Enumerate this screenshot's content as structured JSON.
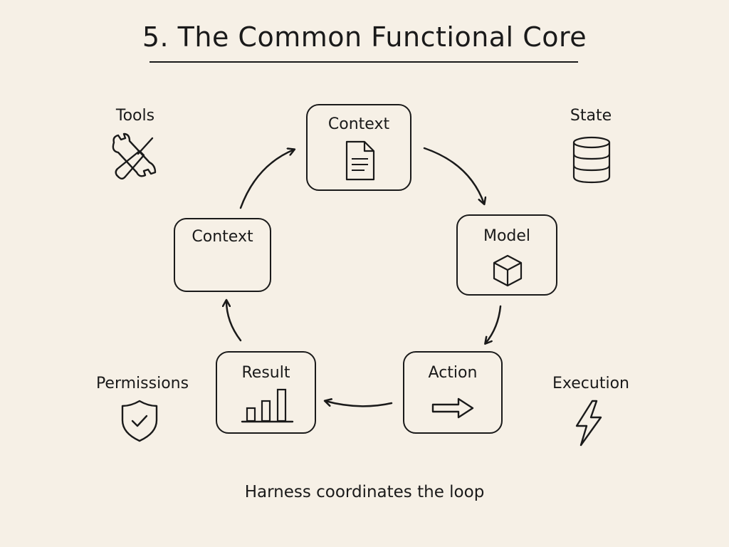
{
  "title": "5. The Common Functional Core",
  "nodes": {
    "context_top": {
      "label": "Context",
      "icon": "document-icon"
    },
    "model": {
      "label": "Model",
      "icon": "cube-icon"
    },
    "action": {
      "label": "Action",
      "icon": "arrow-right-icon"
    },
    "result": {
      "label": "Result",
      "icon": "bar-chart-icon"
    },
    "context_left": {
      "label": "Context"
    }
  },
  "side_items": {
    "tools": {
      "label": "Tools",
      "icon": "tools-icon"
    },
    "state": {
      "label": "State",
      "icon": "database-icon"
    },
    "permissions": {
      "label": "Permissions",
      "icon": "shield-check-icon"
    },
    "execution": {
      "label": "Execution",
      "icon": "lightning-icon"
    }
  },
  "footer": "Harness coordinates the loop",
  "colors": {
    "background": "#f6f0e6",
    "ink": "#1a1a1a"
  }
}
